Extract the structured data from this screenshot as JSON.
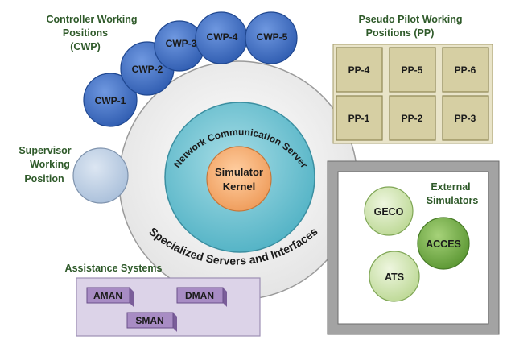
{
  "cwp": {
    "heading": [
      "Controller Working",
      "Positions",
      "(CWP)"
    ],
    "positions": [
      "CWP-1",
      "CWP-2",
      "CWP-3",
      "CWP-4",
      "CWP-5"
    ]
  },
  "pp": {
    "heading": [
      "Pseudo Pilot Working",
      "Positions (PP)"
    ],
    "tiles": [
      "PP-4",
      "PP-5",
      "PP-6",
      "PP-1",
      "PP-2",
      "PP-3"
    ]
  },
  "supervisor": {
    "heading": [
      "Supervisor",
      "Working",
      "Position"
    ]
  },
  "core": {
    "network": "Network Communication Server",
    "kernel": [
      "Simulator",
      "Kernel"
    ],
    "specialized": "Specialized Servers and Interfaces"
  },
  "external": {
    "heading": [
      "External",
      "Simulators"
    ],
    "items": [
      "GECO",
      "ACCES",
      "ATS"
    ]
  },
  "assistance": {
    "heading": "Assistance Systems",
    "items": [
      "AMAN",
      "DMAN",
      "SMAN"
    ]
  },
  "colors": {
    "cwp_blue": "#3f6fc4",
    "pp_tile": "#d6cfa3",
    "outer_ring": "#ececec",
    "network_ring": "#6ec3d2",
    "kernel": "#f6b27b",
    "external_frame": "#9b9b9b",
    "external_light": "#cfe3ad",
    "external_dark": "#6fa843",
    "assistance_box": "#dcd3e8",
    "assistance_item": "#a88cc4",
    "label_green": "#2f5a2a"
  }
}
